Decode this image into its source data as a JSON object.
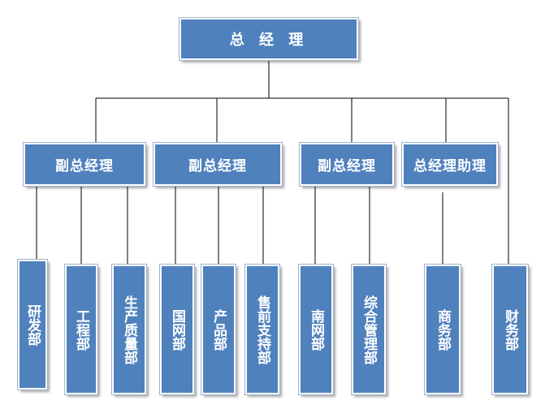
{
  "root": {
    "label": "总 经 理"
  },
  "level2": [
    {
      "label": "副总经理"
    },
    {
      "label": "副总经理"
    },
    {
      "label": "副总经理"
    },
    {
      "label": "总经理助理"
    }
  ],
  "level3": [
    {
      "label": "研发部"
    },
    {
      "label": "工程部"
    },
    {
      "label": "生产质量部"
    },
    {
      "label": "国网部"
    },
    {
      "label": "产品部"
    },
    {
      "label": "售前支持部"
    },
    {
      "label": "南网部"
    },
    {
      "label": "综合管理部"
    },
    {
      "label": "商务部"
    },
    {
      "label": "财务部"
    }
  ],
  "colors": {
    "node_fill": "#4f81bd",
    "node_text": "#ffffff",
    "connector": "#000000"
  }
}
